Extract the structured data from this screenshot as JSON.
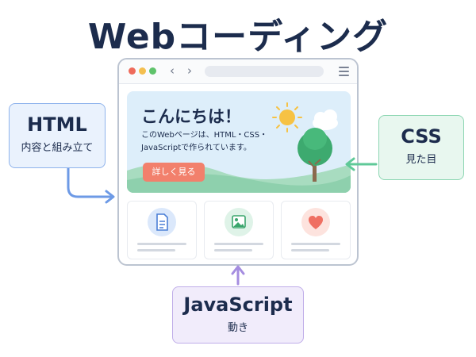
{
  "title": "Webコーディング",
  "hero": {
    "heading": "こんにちは！",
    "text": "このWebページは、HTML・CSS・JavaScriptで作られています。",
    "button_label": "詳しく見る"
  },
  "callouts": {
    "html": {
      "label": "HTML",
      "sub": "内容と組み立て"
    },
    "css": {
      "label": "CSS",
      "sub": "見た目"
    },
    "js": {
      "label": "JavaScript",
      "sub": "動き"
    }
  },
  "colors": {
    "html_arrow": "#6d9ae6",
    "css_arrow": "#5fc998",
    "js_arrow": "#a58de0",
    "button": "#f2806c",
    "title": "#1c2c4d"
  },
  "cards": [
    {
      "icon": "document-icon"
    },
    {
      "icon": "image-icon"
    },
    {
      "icon": "heart-icon"
    }
  ]
}
